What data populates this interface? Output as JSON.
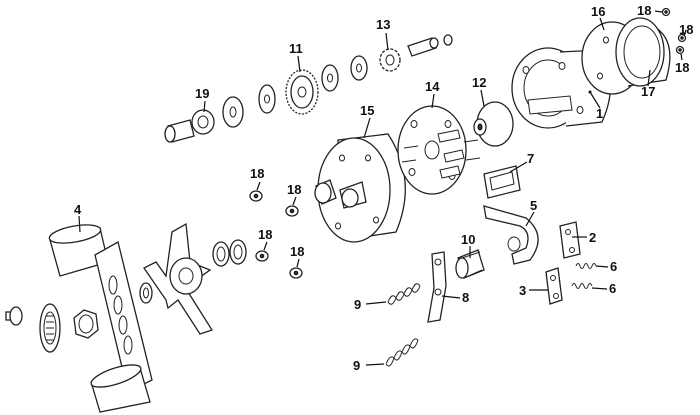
{
  "callouts": {
    "c1": "1",
    "c2": "2",
    "c3": "3",
    "c4": "4",
    "c5": "5",
    "c6a": "6",
    "c6b": "6",
    "c7": "7",
    "c8": "8",
    "c9a": "9",
    "c9b": "9",
    "c10": "10",
    "c11": "11",
    "c12": "12",
    "c13": "13",
    "c14": "14",
    "c15": "15",
    "c16": "16",
    "c17": "17",
    "c18a": "18",
    "c18b": "18",
    "c18c": "18",
    "c18d": "18",
    "c18e": "18",
    "c18f": "18",
    "c18g": "18",
    "c19": "19"
  }
}
